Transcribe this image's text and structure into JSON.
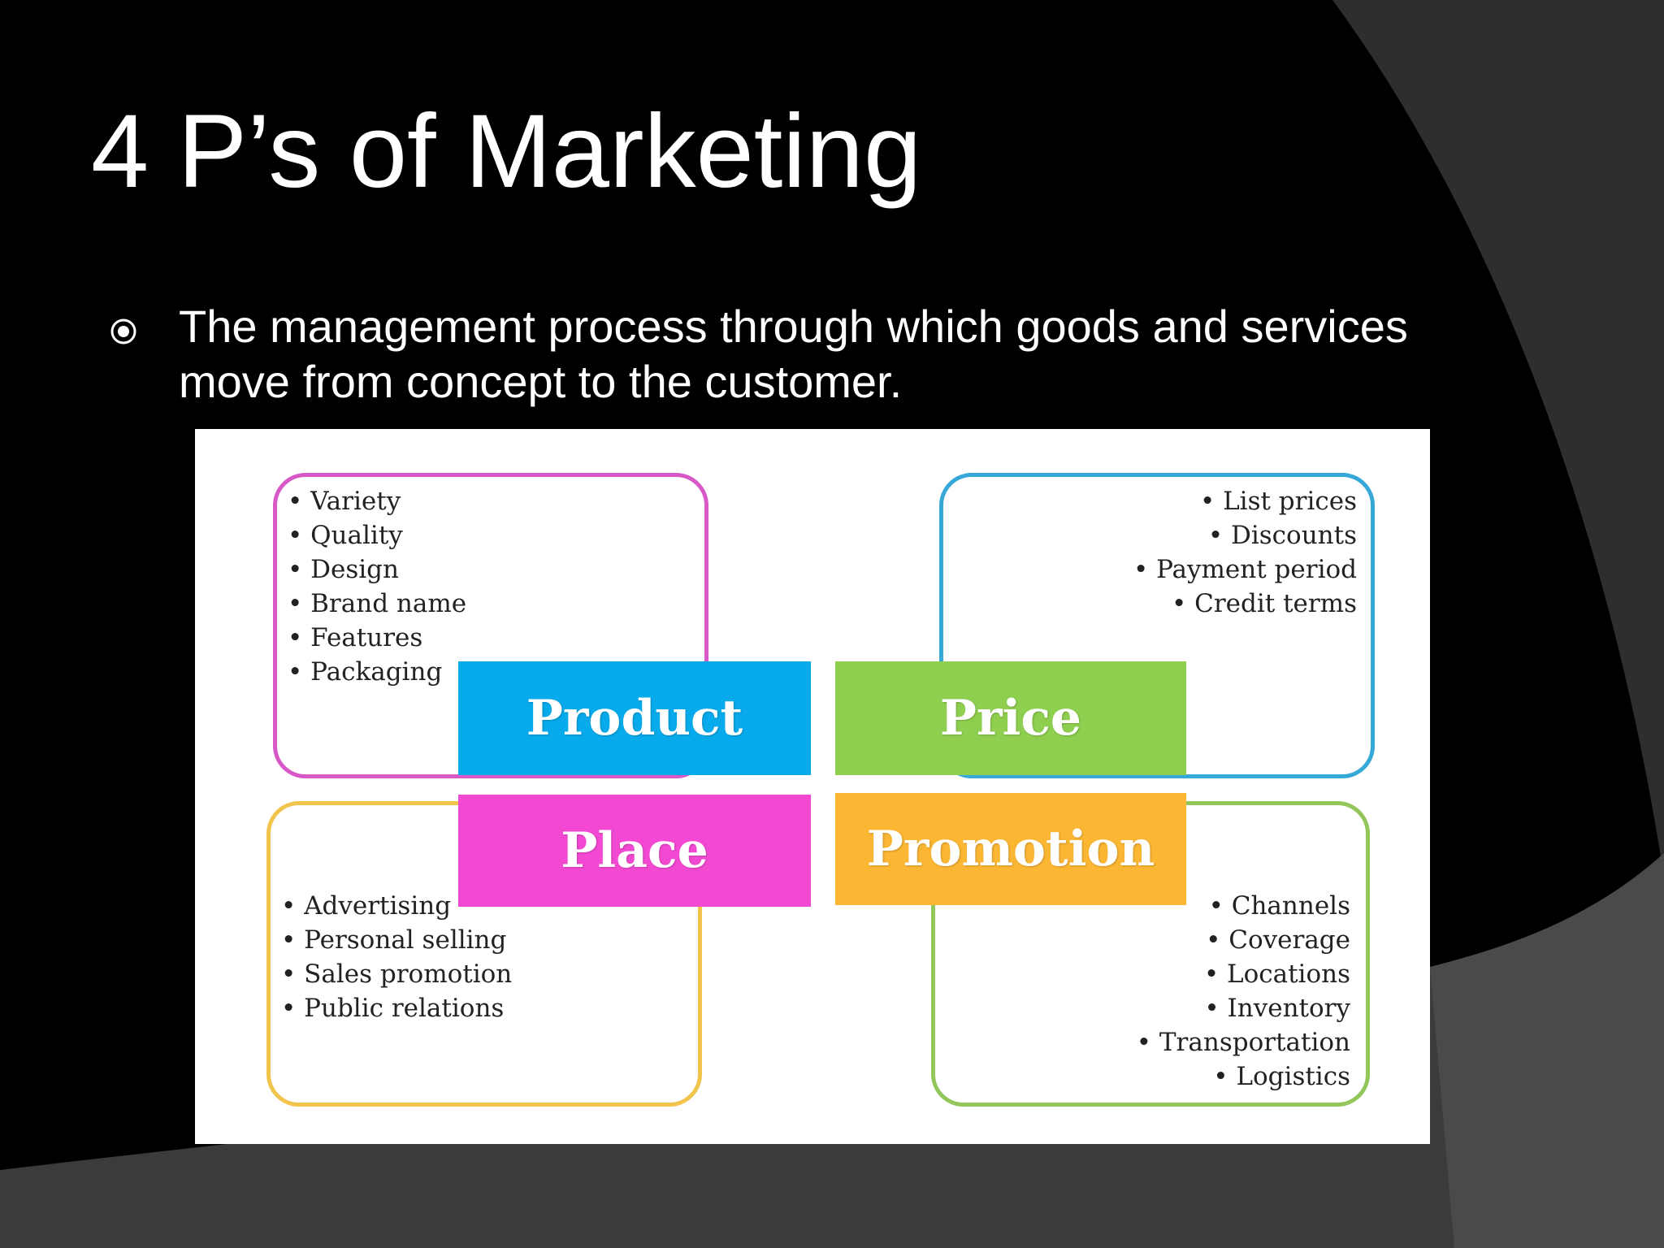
{
  "slide": {
    "title": "4 P’s of Marketing",
    "bullet_text": "The management process through which goods and services move from concept to the customer.",
    "background_color": "#000000",
    "swoosh_colors": [
      "#2b2b2b",
      "#3a3a3a",
      "#4a4a4a"
    ]
  },
  "diagram": {
    "tiles": {
      "product": "Product",
      "price": "Price",
      "place": "Place",
      "promotion": "Promotion"
    },
    "tile_colors": {
      "product": "#07aaeb",
      "price": "#8fcf4f",
      "place": "#f349d2",
      "promotion": "#fbb733"
    },
    "product_items": [
      "Variety",
      "Quality",
      "Design",
      "Brand name",
      "Features",
      "Packaging"
    ],
    "price_items": [
      "List prices",
      "Discounts",
      "Payment period",
      "Credit terms"
    ],
    "promotion_items": [
      "Advertising",
      "Personal selling",
      "Sales promotion",
      "Public relations"
    ],
    "place_items": [
      "Channels",
      "Coverage",
      "Locations",
      "Inventory",
      "Transportation",
      "Logistics"
    ]
  }
}
